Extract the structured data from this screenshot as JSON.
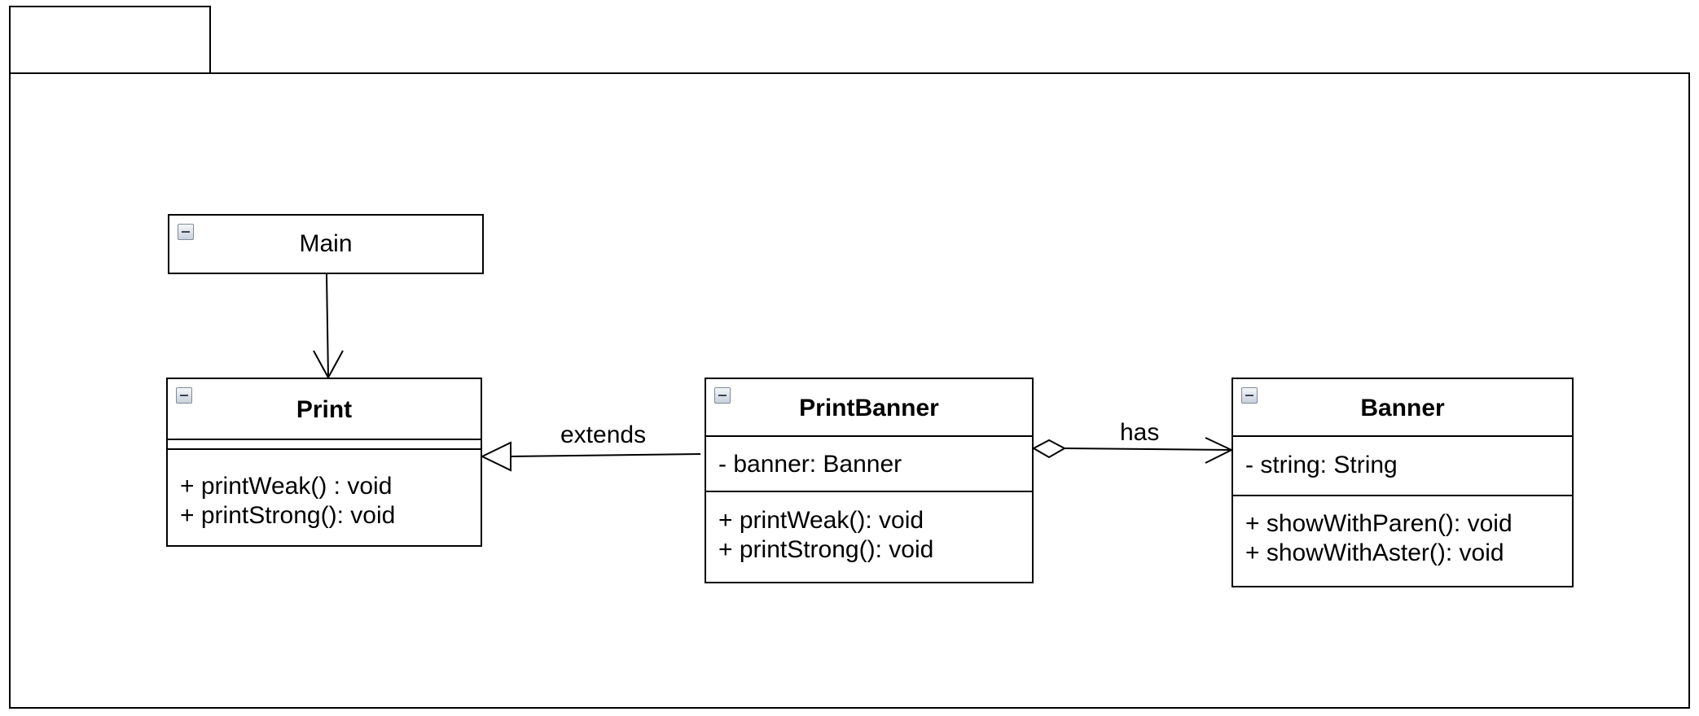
{
  "classes": {
    "main": {
      "name": "Main"
    },
    "print": {
      "name": "Print",
      "operations": [
        "+ printWeak() : void",
        "+ printStrong(): void"
      ]
    },
    "printbanner": {
      "name": "PrintBanner",
      "attributes": [
        "- banner: Banner"
      ],
      "operations": [
        "+ printWeak(): void",
        "+ printStrong(): void"
      ]
    },
    "banner": {
      "name": "Banner",
      "attributes": [
        "- string: String"
      ],
      "operations": [
        "+ showWithParen(): void",
        "+ showWithAster(): void"
      ]
    }
  },
  "relations": {
    "extends_label": "extends",
    "has_label": "has"
  }
}
